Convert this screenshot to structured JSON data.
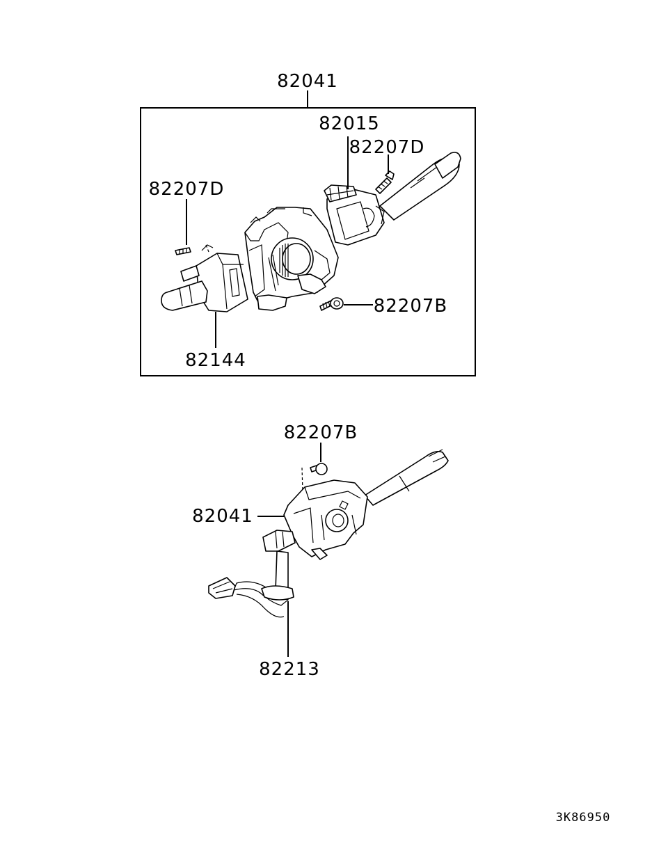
{
  "diagram": {
    "upper_assembly": {
      "assembly_label": "82041",
      "column_switch_label": "82015",
      "screw_right_label": "82207D",
      "screw_left_label": "82207D",
      "screw_bottom_label": "82207B",
      "wiper_switch_label": "82144"
    },
    "lower_assembly": {
      "screw_label": "82207B",
      "assembly_label": "82041",
      "harness_label": "82213"
    },
    "drawing_code": "3K86950"
  }
}
